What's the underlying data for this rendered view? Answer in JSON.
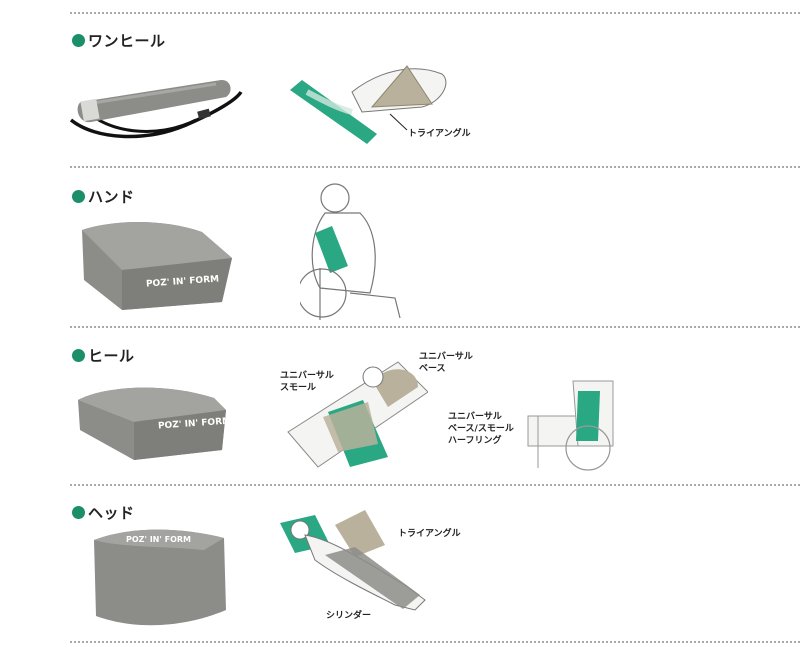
{
  "sections": [
    {
      "title": "ワンヒール",
      "callouts": [
        "トライアングル"
      ]
    },
    {
      "title": "ハンド",
      "product_label": "POZ' IN' FORM",
      "callouts": []
    },
    {
      "title": "ヒール",
      "product_label": "POZ' IN' FORM",
      "callouts": [
        "ユニバーサル",
        "スモール",
        "ユニバーサル",
        "ベース",
        "ユニバーサル",
        "ベース/スモール",
        "ハーフリング"
      ]
    },
    {
      "title": "ヘッド",
      "product_label": "POZ' IN' FORM",
      "callouts": [
        "トライアングル",
        "シリンダー"
      ]
    }
  ],
  "colors": {
    "accent": "#1a8f6a",
    "cushion": "#8c8c88",
    "positioning_pad": "#2aa783",
    "beige_pad": "#b9b19c"
  }
}
